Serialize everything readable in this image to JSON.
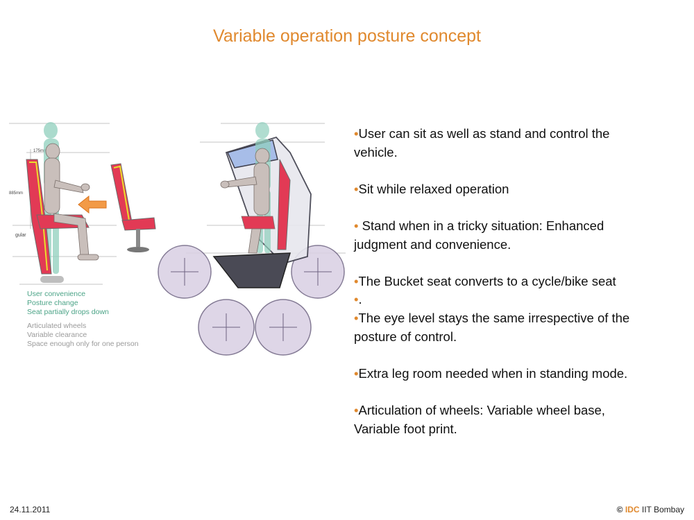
{
  "slide": {
    "title": "Variable operation posture concept",
    "date": "24.11.2011",
    "brand": {
      "copyright": "©",
      "idc": "IDC",
      "name": "IIT Bombay"
    }
  },
  "sketch": {
    "dimension_labels": [
      "175mm",
      "885mm",
      "gular"
    ],
    "captions_green": [
      "User convenience",
      "Posture change",
      "Seat partially drops down"
    ],
    "captions_gray": [
      "Articulated wheels",
      "Variable clearance",
      "Space enough only for one person"
    ]
  },
  "bullet_marker": "•",
  "bullets": [
    {
      "lines": [
        "User can sit as well as stand and control the",
        "vehicle."
      ]
    },
    {
      "lines": [
        "Sit while relaxed operation"
      ]
    },
    {
      "lines": [
        " Stand when in a tricky situation: Enhanced",
        "judgment and convenience."
      ]
    },
    {
      "lines": [
        "The Bucket seat converts to a cycle/bike seat"
      ],
      "tail": "."
    },
    {
      "lines": [
        "The eye level stays the same irrespective of the",
        "posture of control."
      ]
    },
    {
      "lines": [
        "Extra leg room needed when in standing mode."
      ]
    },
    {
      "lines": [
        "Articulation of wheels: Variable wheel base,",
        "Variable foot print."
      ]
    }
  ]
}
